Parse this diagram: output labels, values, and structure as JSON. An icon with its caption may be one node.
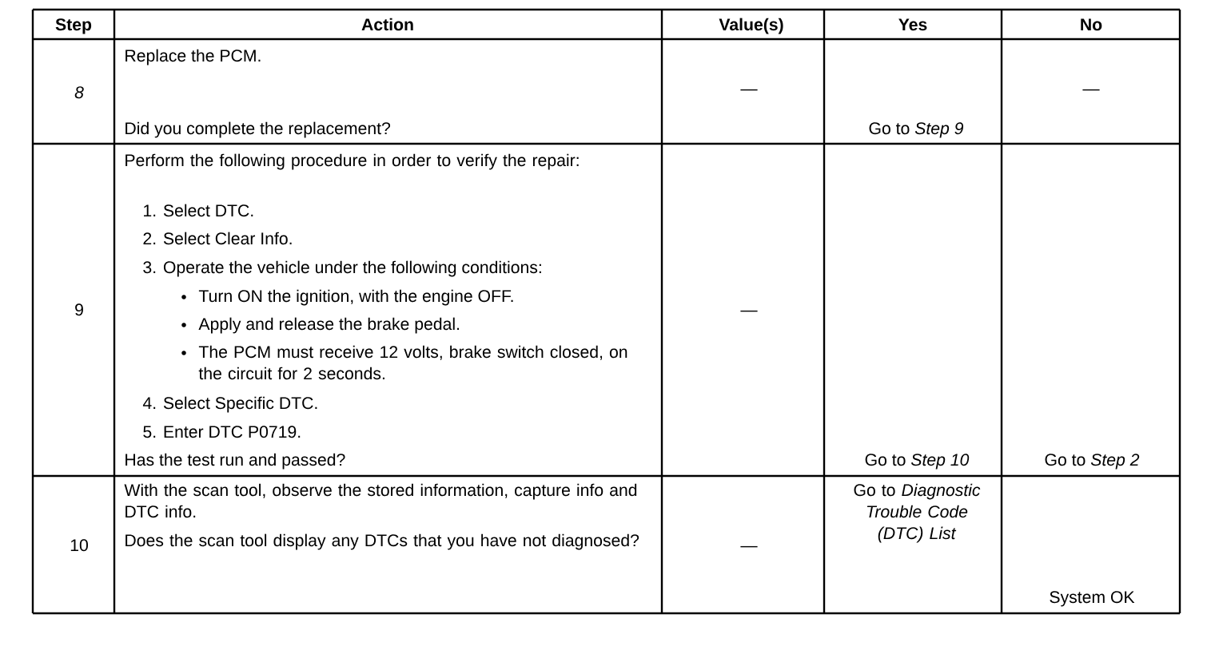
{
  "diagram": {
    "labels": [
      "Step",
      "Action",
      "Value(s)",
      "Yes",
      "No",
      "8",
      "Replace the PCM.",
      "Did you complete the replacement?",
      "—",
      "Go to *Step 9*",
      "—",
      "9",
      "Perform the following procedure in order to verify the repair:",
      "1. Select DTC.",
      "2. Select Clear Info.",
      "3. Operate the vehicle under the following conditions:",
      "Turn ON the ignition, with the engine OFF.",
      "Apply and release the brake pedal.",
      "The PCM must receive 12 volts, brake switch closed, on the circuit for 2 seconds.",
      "4. Select Specific DTC.",
      "5. Enter DTC P0719.",
      "Has the test run and passed?",
      "—",
      "Go to *Step 10*",
      "Go to *Step 2*",
      "10",
      "With the scan tool, observe the stored information, capture info and DTC info.",
      "Does the scan tool display any DTCs that you have not diagnosed?",
      "—",
      "Go to *Diagnostic Trouble Code (DTC) List*",
      "System OK"
    ]
  }
}
